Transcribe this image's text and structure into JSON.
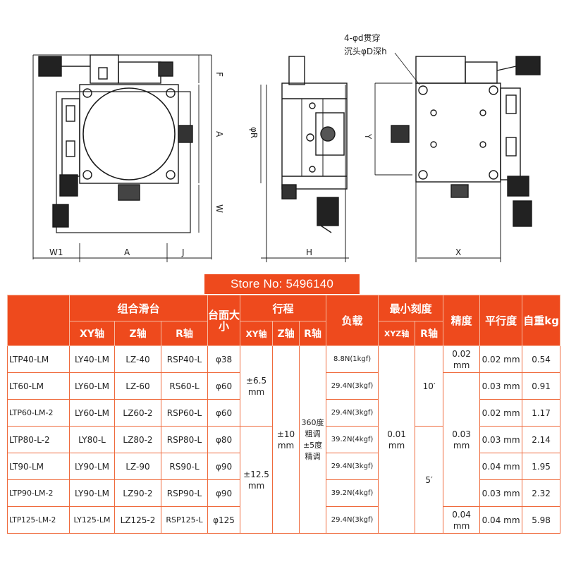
{
  "drawings": {
    "dim_labels": {
      "F": "F",
      "A_vertical": "A",
      "W": "W",
      "W1": "W1",
      "A_horizontal": "A",
      "J": "J",
      "R": "φR",
      "H": "H",
      "Y": "Y",
      "X": "X"
    },
    "note_line1": "4-φd贯穿",
    "note_line2": "沉头φD深h"
  },
  "store_label": "Store No: 5496140",
  "table": {
    "headers": {
      "group": "组合滑台",
      "xy_axis": "XY轴",
      "z_axis": "Z轴",
      "r_axis": "R轴",
      "table_size": "台面大小",
      "travel": "行程",
      "travel_xy": "XY轴",
      "travel_z": "Z轴",
      "travel_r": "R轴",
      "load": "负载",
      "min_scale": "最小刻度",
      "scale_xyz": "XYZ轴",
      "scale_r": "R轴",
      "precision": "精度",
      "parallelism": "平行度",
      "weight": "自重kg"
    },
    "rows": [
      {
        "model": "LTP40-LM",
        "xy": "LY40-LM",
        "z": "LZ-40",
        "r": "RSP40-L",
        "size": "φ38",
        "load": "8.8N(1kgf)",
        "parallel": "0.02 mm",
        "weight": "0.54"
      },
      {
        "model": "LT60-LM",
        "xy": "LY60-LM",
        "z": "LZ-60",
        "r": "RS60-L",
        "size": "φ60",
        "load": "29.4N(3kgf)",
        "parallel": "0.03 mm",
        "weight": "0.91"
      },
      {
        "model": "LTP60-LM-2",
        "xy": "LY60-LM",
        "z": "LZ60-2",
        "r": "RSP60-L",
        "size": "φ60",
        "load": "29.4N(3kgf)",
        "parallel": "0.02 mm",
        "weight": "1.17"
      },
      {
        "model": "LTP80-L-2",
        "xy": "LY80-L",
        "z": "LZ80-2",
        "r": "RSP80-L",
        "size": "φ80",
        "load": "39.2N(4kgf)",
        "parallel": "0.03 mm",
        "weight": "2.14"
      },
      {
        "model": "LT90-LM",
        "xy": "LY90-LM",
        "z": "LZ-90",
        "r": "RS90-L",
        "size": "φ90",
        "load": "29.4N(3kgf)",
        "parallel": "0.04 mm",
        "weight": "1.95"
      },
      {
        "model": "LTP90-LM-2",
        "xy": "LY90-LM",
        "z": "LZ90-2",
        "r": "RSP90-L",
        "size": "φ90",
        "load": "39.2N(4kgf)",
        "parallel": "0.03 mm",
        "weight": "2.32"
      },
      {
        "model": "LTP125-LM-2",
        "xy": "LY125-LM",
        "z": "LZ125-2",
        "r": "RSP125-L",
        "size": "φ125",
        "load": "29.4N(3kgf)",
        "parallel": "0.04 mm",
        "weight": "5.98"
      }
    ],
    "merged": {
      "travel_xy_1": "±6.5 mm",
      "travel_xy_2": "±12.5 mm",
      "travel_z": "±10 mm",
      "travel_r": "360度粗调±5度精调",
      "scale_xyz": "0.01 mm",
      "scale_r_1": "10′",
      "scale_r_2": "5′",
      "precision_1": "0.02 mm",
      "precision_2": "0.03 mm",
      "precision_3": "0.04 mm"
    }
  },
  "colors": {
    "accent": "#ee4a1d",
    "border": "#ef6a3c",
    "line": "#1a1a1a"
  }
}
